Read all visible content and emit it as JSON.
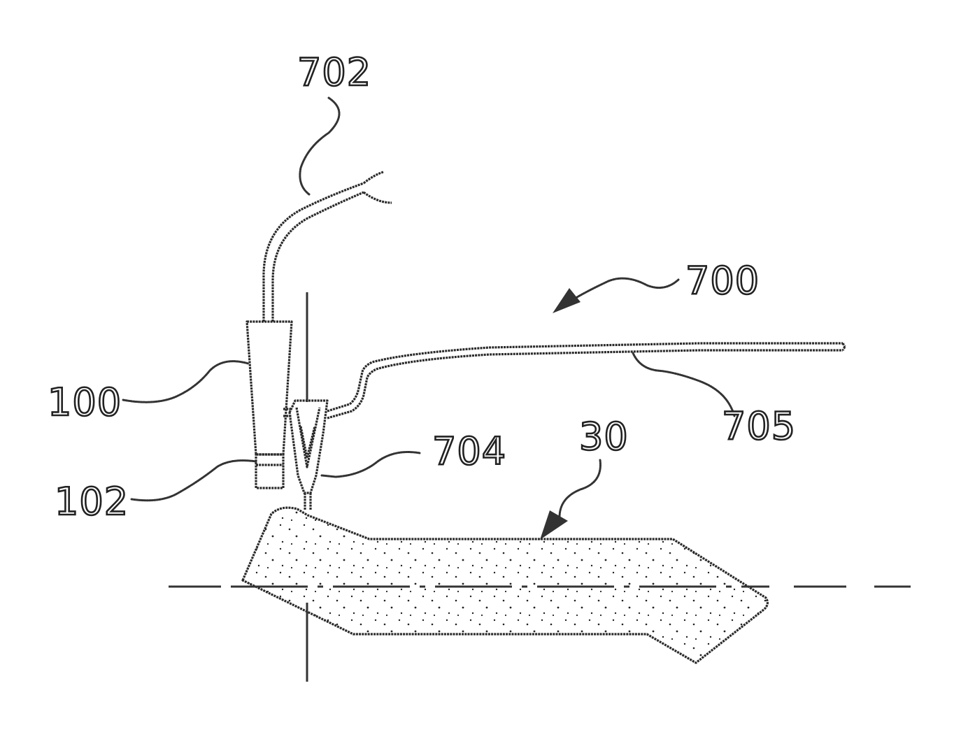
{
  "labels": {
    "ref_702": "702",
    "ref_700": "700",
    "ref_100": "100",
    "ref_705": "705",
    "ref_704": "704",
    "ref_30": "30",
    "ref_102": "102"
  }
}
